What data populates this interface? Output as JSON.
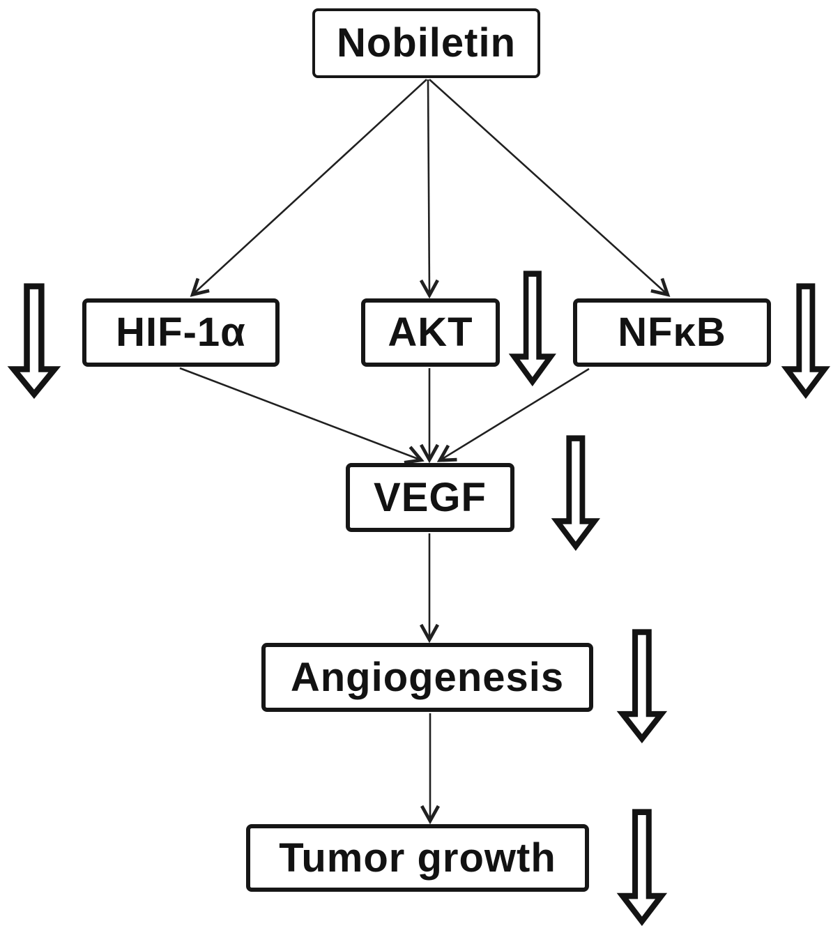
{
  "diagram": {
    "nodes": {
      "nobiletin": {
        "label": "Nobiletin"
      },
      "hif1a": {
        "label": "HIF-1α"
      },
      "akt": {
        "label": "AKT"
      },
      "nfkb": {
        "label": "NFκB"
      },
      "vegf": {
        "label": "VEGF"
      },
      "angiogenesis": {
        "label": "Angiogenesis"
      },
      "tumor_growth": {
        "label": "Tumor growth"
      }
    },
    "edges": [
      {
        "from": "Nobiletin",
        "to": "HIF-1α"
      },
      {
        "from": "Nobiletin",
        "to": "AKT"
      },
      {
        "from": "Nobiletin",
        "to": "NFκB"
      },
      {
        "from": "HIF-1α",
        "to": "VEGF"
      },
      {
        "from": "AKT",
        "to": "VEGF"
      },
      {
        "from": "NFκB",
        "to": "VEGF"
      },
      {
        "from": "VEGF",
        "to": "Angiogenesis"
      },
      {
        "from": "Angiogenesis",
        "to": "Tumor growth"
      }
    ],
    "downregulation_markers": [
      "HIF-1α",
      "AKT",
      "NFκB",
      "VEGF",
      "Angiogenesis",
      "Tumor growth"
    ],
    "colors": {
      "ink": "#161616",
      "background": "#ffffff",
      "box_fill": "#ffffff"
    }
  }
}
